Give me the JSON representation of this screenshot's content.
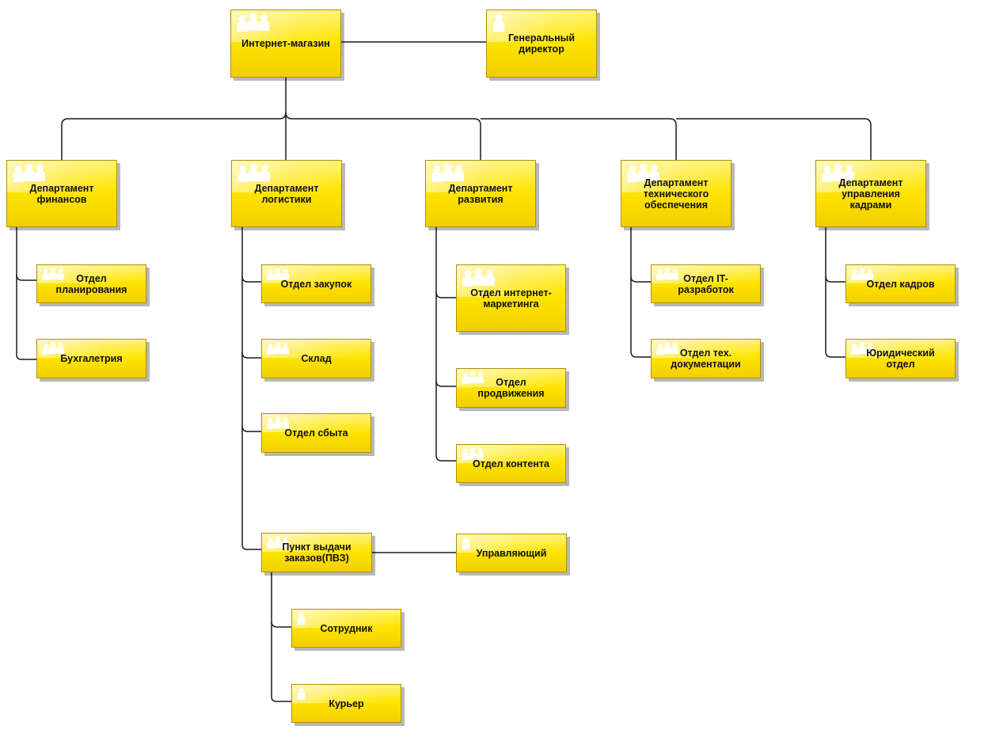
{
  "diagram": {
    "nodes": {
      "shop": "Интернет-магазин",
      "ceo": "Генеральный\nдиректор",
      "fin": "Департамент\nфинансов",
      "log": "Департамент\nлогистики",
      "dev": "Департамент\nразвития",
      "tech": "Департамент\nтехнического\nобеспечения",
      "hr": "Департамент\nуправления\nкадрами",
      "plan": "Отдел\nпланирования",
      "acc": "Бухгалетрия",
      "purch": "Отдел закупок",
      "stock": "Склад",
      "sales": "Отдел сбыта",
      "pvz": "Пункт выдачи\nзаказов(ПВЗ)",
      "mgr": "Управляющий",
      "emp": "Сотрудник",
      "cour": "Курьер",
      "mkt": "Отдел интернет-\nмаркетинга",
      "prom": "Отдел\nпродвижения",
      "cont": "Отдел контента",
      "it": "Отдел IT-\nразработок",
      "docs": "Отдел тех.\nдокументации",
      "staff": "Отдел кадров",
      "legal": "Юридический\nотдел"
    },
    "colors": {
      "box": "#ffe500",
      "line": "#000000"
    }
  }
}
